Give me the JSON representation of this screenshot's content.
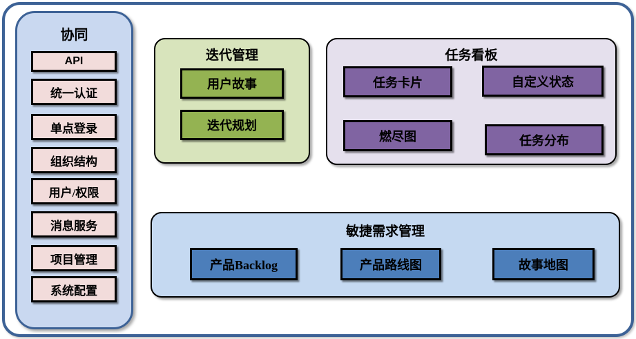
{
  "colors": {
    "frame_border": "#3D6296",
    "sidebar_bg": "#C9D8F0",
    "pink_item_bg": "#F2DCDB",
    "green_panel_bg": "#D8E4BC",
    "green_item_bg": "#94B352",
    "purple_panel_bg": "#E5E0ED",
    "purple_item_bg": "#8064A2",
    "blue_panel_bg": "#C5D9F1",
    "blue_item_bg": "#4C7EBA",
    "item_border": "#000000",
    "text_color": "#000000"
  },
  "sidebar": {
    "title": "协同",
    "items": [
      "API",
      "统一认证",
      "单点登录",
      "组织结构",
      "用户/权限",
      "消息服务",
      "项目管理",
      "系统配置"
    ]
  },
  "panels": {
    "iteration": {
      "title": "迭代管理",
      "items": [
        "用户故事",
        "迭代规划"
      ]
    },
    "kanban": {
      "title": "任务看板",
      "items": [
        "任务卡片",
        "自定义状态",
        "燃尽图",
        "任务分布"
      ]
    },
    "requirements": {
      "title": "敏捷需求管理",
      "items": [
        "产品Backlog",
        "产品路线图",
        "故事地图"
      ]
    }
  }
}
